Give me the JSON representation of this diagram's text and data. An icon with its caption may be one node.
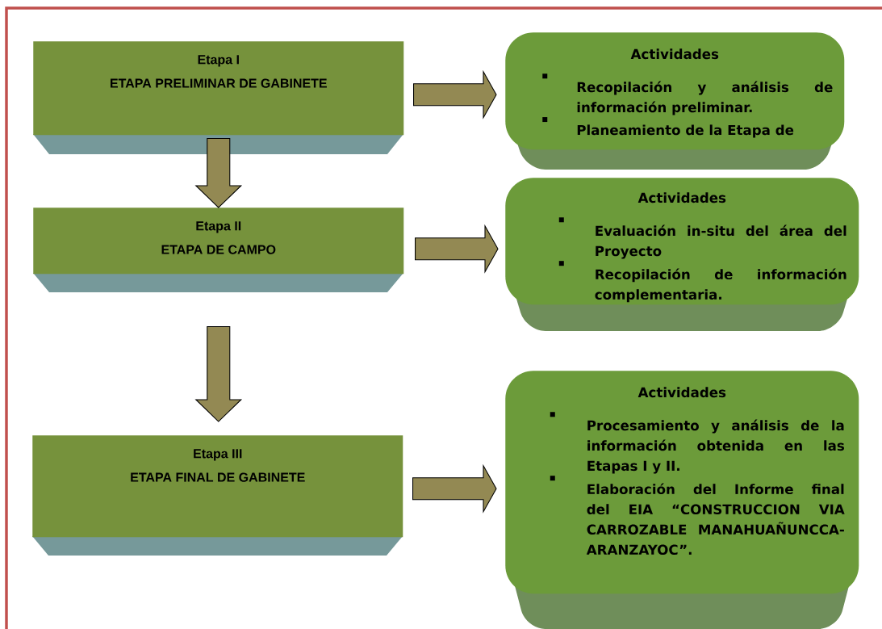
{
  "diagram": {
    "nodes": [
      {
        "text": [
          "Etapa I",
          "ETAPA PRELIMINAR DE GABINETE"
        ]
      },
      {
        "text": [
          "Actividades",
          "Recopilación y análisis de información preliminar.",
          "Planeamiento de la Etapa de"
        ]
      },
      {
        "text": [
          "Etapa II",
          "ETAPA DE CAMPO"
        ]
      },
      {
        "text": [
          "Actividades",
          "Evaluación in-situ del área del Proyecto",
          "Recopilación de información complementaria."
        ]
      },
      {
        "text": [
          "Etapa III",
          "ETAPA FINAL DE GABINETE"
        ]
      },
      {
        "text": [
          "Actividades",
          "Procesamiento y análisis de la información obtenida en las Etapas I y II.",
          "Elaboración del Informe final del EIA “CONSTRUCCION VIA CARROZABLE MANAHUAÑUNCCA- ARANZAYOC”."
        ]
      }
    ],
    "edges": [
      {
        "from": 0,
        "to": 1,
        "arrow": "to"
      },
      {
        "from": 0,
        "to": 2,
        "arrow": "to"
      },
      {
        "from": 2,
        "to": 3,
        "arrow": "to"
      },
      {
        "from": 2,
        "to": 4,
        "arrow": "to"
      },
      {
        "from": 4,
        "to": 5,
        "arrow": "to"
      }
    ]
  }
}
